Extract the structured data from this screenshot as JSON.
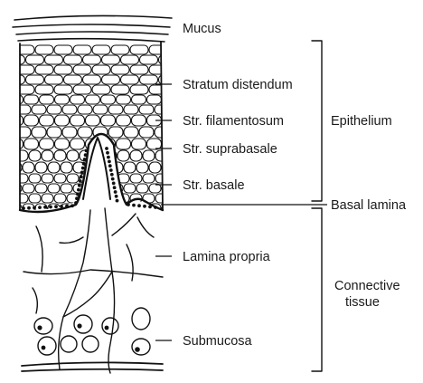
{
  "diagram": {
    "layer_labels": {
      "mucus": "Mucus",
      "stratum_distendum": "Stratum distendum",
      "str_filamentosum": "Str. filamentosum",
      "str_suprabasale": "Str. suprabasale",
      "str_basale": "Str. basale",
      "lamina_propria": "Lamina propria",
      "submucosa": "Submucosa"
    },
    "region_labels": {
      "epithelium": "Epithelium",
      "basal_lamina": "Basal lamina",
      "connective_tissue_line1": "Connective",
      "connective_tissue_line2": "tissue"
    }
  }
}
